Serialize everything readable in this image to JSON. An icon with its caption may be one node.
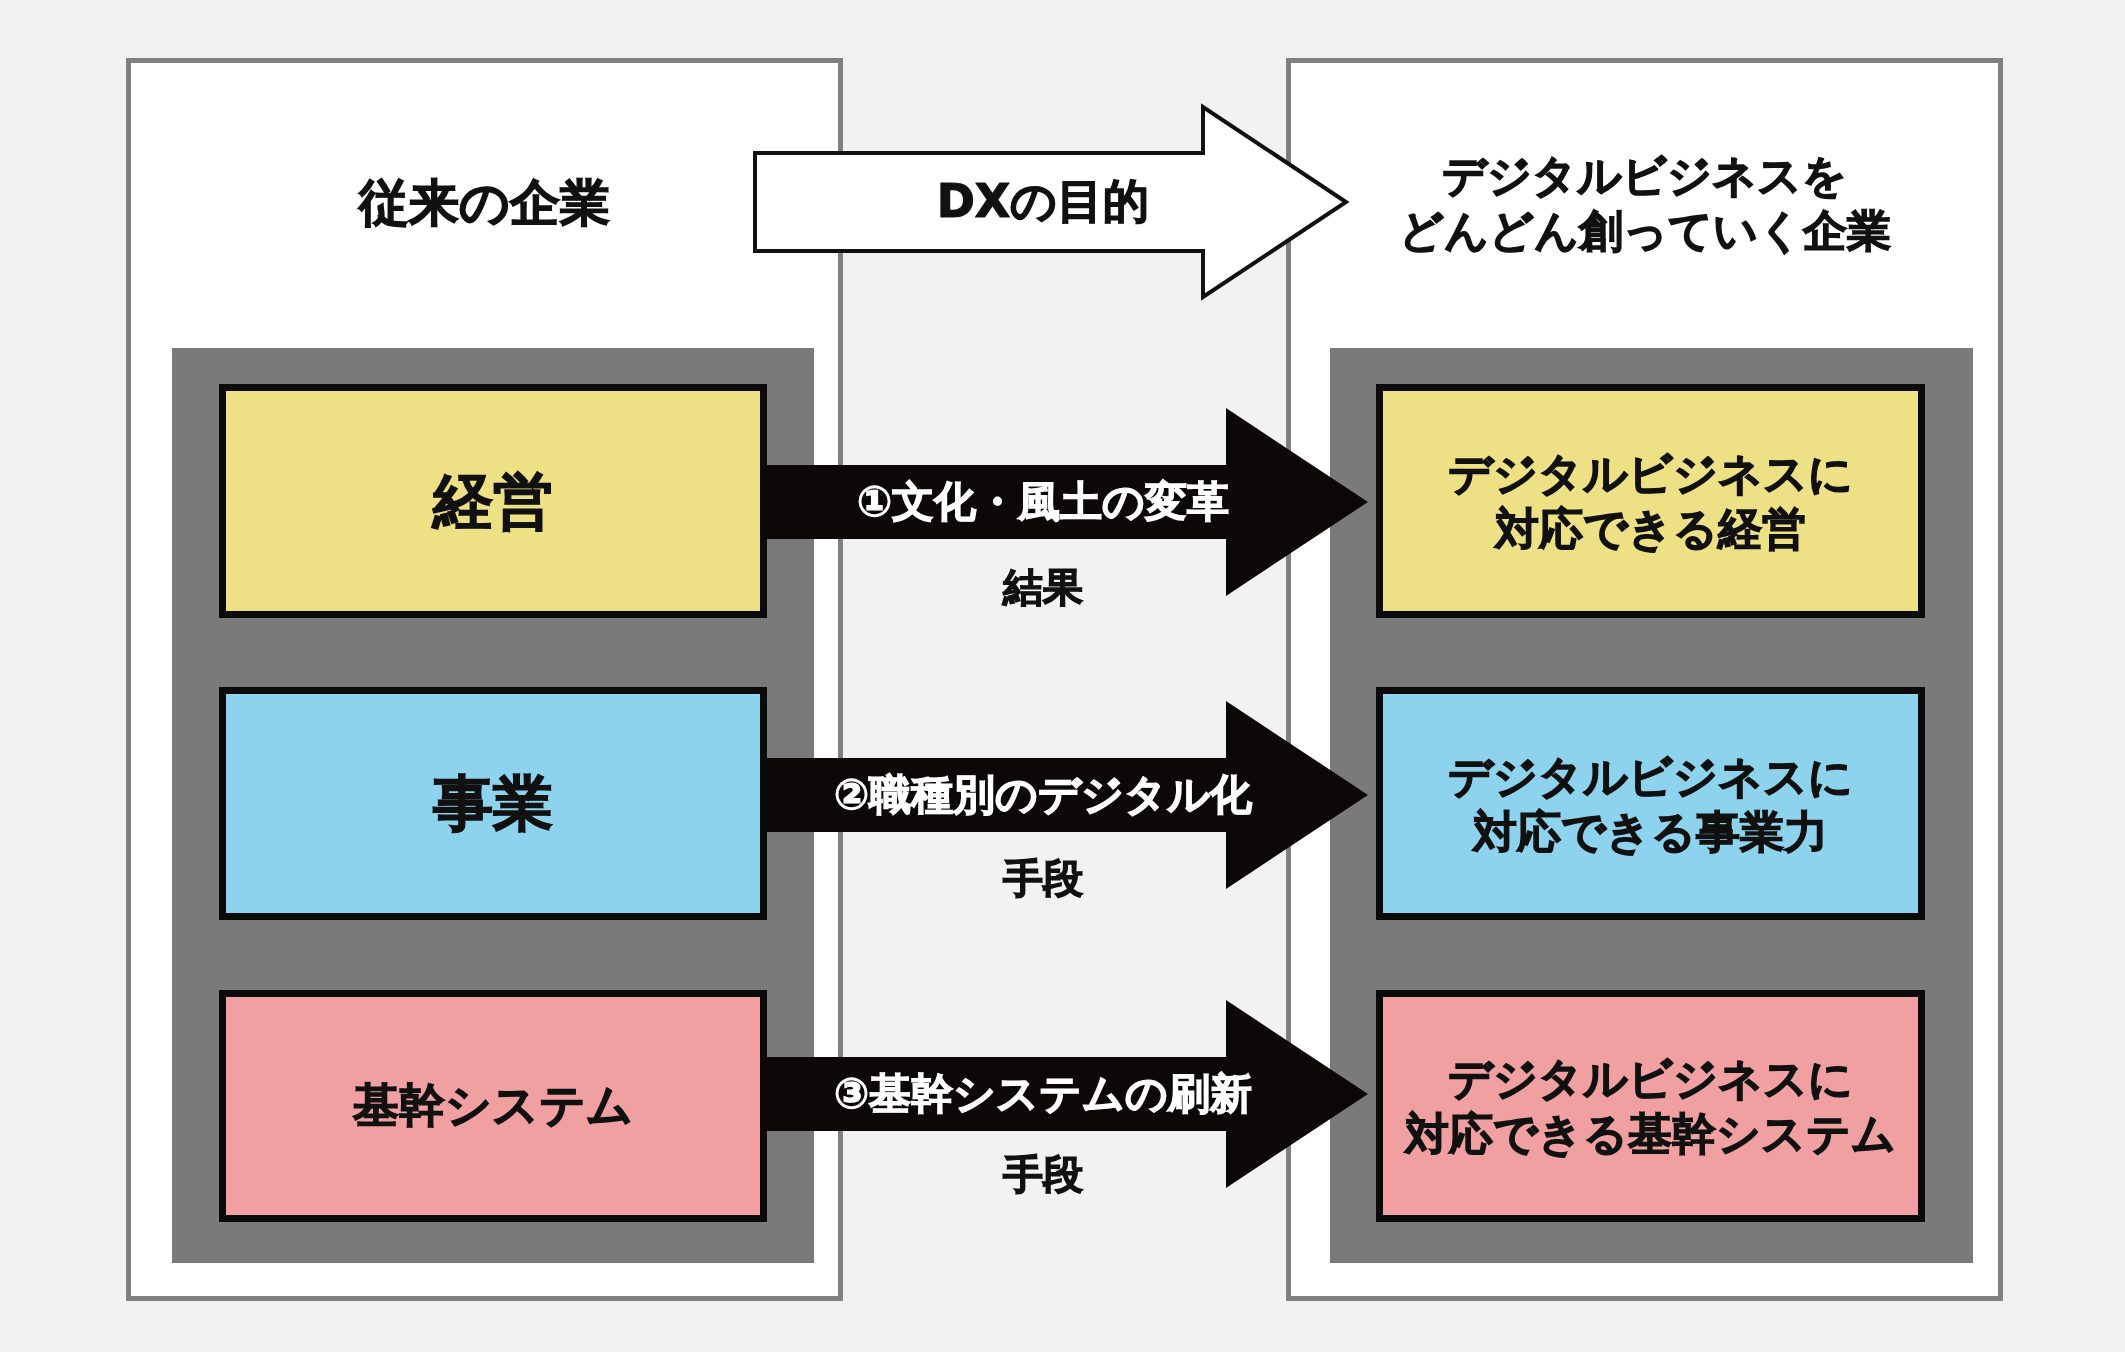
{
  "diagram": {
    "nodes": [
      {
        "text": [
          "従来の企業"
        ]
      },
      {
        "text": [],
        "shape": "box",
        "in": 0
      },
      {
        "text": [
          "経営"
        ],
        "in": 1
      },
      {
        "text": [
          "事業"
        ],
        "in": 1
      },
      {
        "text": [
          "基幹システム"
        ],
        "in": 1
      },
      {
        "text": [
          "デジタルビジネスをどんどん創っていく企業"
        ]
      },
      {
        "text": [],
        "shape": "box",
        "in": 5
      },
      {
        "text": [
          "デジタルビジネスに対応できる経営"
        ],
        "in": 6
      },
      {
        "text": [
          "デジタルビジネスに対応できる事業力"
        ],
        "in": 6
      },
      {
        "text": [
          "デジタルビジネスに対応できる基幹システム"
        ],
        "in": 6
      }
    ],
    "edges": [
      {
        "from": 0,
        "to": 5,
        "arrow": "to",
        "label": "DXの目的"
      },
      {
        "from": 2,
        "to": 7,
        "arrow": "to",
        "label": "①文化・風土の変革"
      },
      {
        "from": 3,
        "to": 8,
        "arrow": "to",
        "label": "②職種別のデジタル化"
      },
      {
        "from": 4,
        "to": 9,
        "arrow": "to",
        "label": "③基幹システムの刷新"
      }
    ],
    "labels": [
      "結果",
      "手段",
      "手段"
    ]
  }
}
